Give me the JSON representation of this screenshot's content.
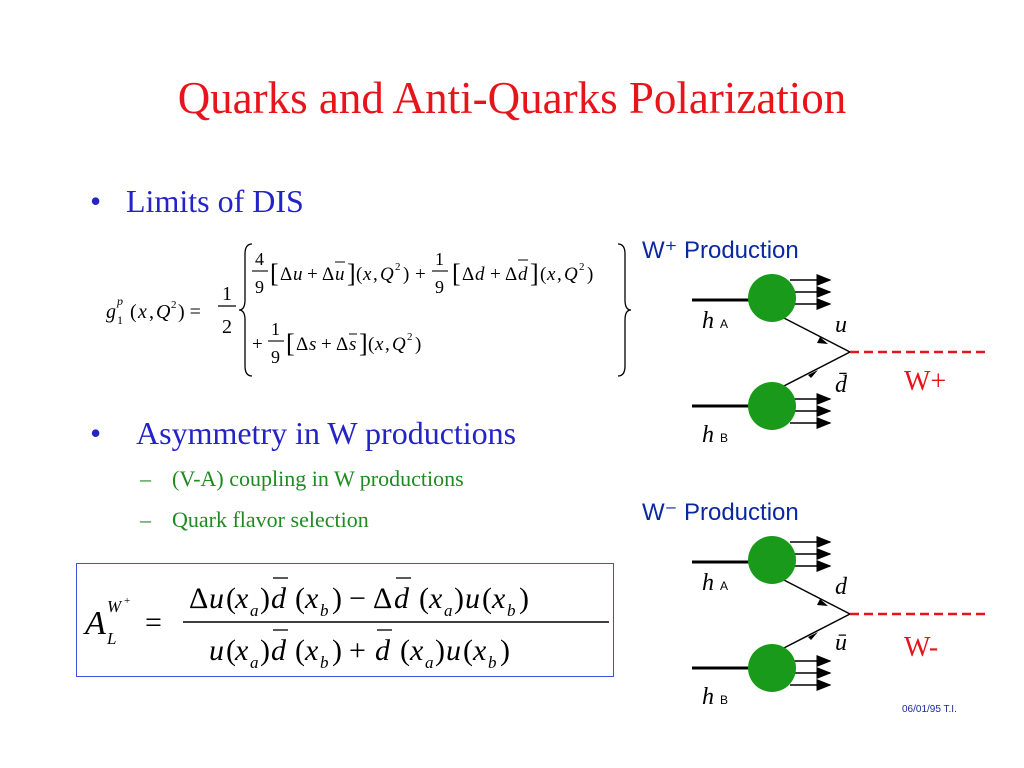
{
  "slide": {
    "title": "Quarks and Anti-Quarks Polarization",
    "bullets": [
      {
        "text": "Limits of DIS"
      },
      {
        "text": "Asymmetry in W productions",
        "sub": [
          "(V-A) coupling in W productions",
          "Quark flavor selection"
        ]
      }
    ],
    "bullet_glyph": "•",
    "sub_glyph": "–"
  },
  "equation_g1": {
    "lhs": "g₁ᵖ(x,Q²) =",
    "prefactor": "1/2",
    "term1": "4/9 [Δu + Δū](x,Q²) + 1/9 [Δd + Δd̄](x,Q²)",
    "term2": "+ 1/9 [Δs + Δs̄](x,Q²)"
  },
  "equation_asym": {
    "lhs": "A_L^{W+} =",
    "numerator": "Δu(xa)d̄(xb) − Δd̄(xa)u(xb)",
    "denominator": "u(xa)d̄(xb) + d̄(xa)u(xb)"
  },
  "diagram_wplus": {
    "title": "W⁺ Production",
    "hadron_a": "h",
    "hadron_a_sub": "A",
    "hadron_b": "h",
    "hadron_b_sub": "B",
    "quark_top": "u",
    "quark_bottom": "d̄",
    "boson": "W+"
  },
  "diagram_wminus": {
    "title": "W⁻ Production",
    "hadron_a": "h",
    "hadron_a_sub": "A",
    "hadron_b": "h",
    "hadron_b_sub": "B",
    "quark_top": "d",
    "quark_bottom": "ū",
    "boson": "W-"
  },
  "footnote": "06/01/95 T.I.",
  "colors": {
    "title": "#e8141b",
    "bullet": "#2323c8",
    "sub_bullet": "#1f8a22",
    "blob": "#1a9a1a",
    "diagram_title": "#0a28a0",
    "boson": "#e8141b"
  }
}
